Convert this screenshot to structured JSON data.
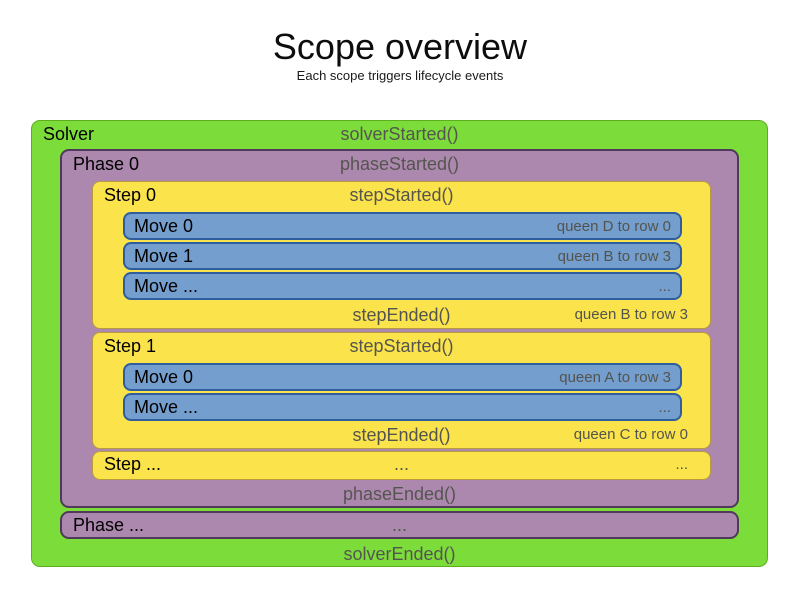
{
  "title": "Scope overview",
  "subtitle": "Each scope triggers lifecycle events",
  "colors": {
    "solver_fill": "#7cdd3a",
    "solver_border": "#5cae1f",
    "phase_fill": "#ac87ae",
    "phase_border": "#50395a",
    "step_fill": "#fbe34b",
    "step_border": "#b89b3e",
    "move_fill": "#739ecd",
    "move_border": "#2f5e9e",
    "event_text": "#555550",
    "note_text": "#54544e"
  },
  "solver": {
    "label": "Solver",
    "started_event": "solverStarted()",
    "ended_event": "solverEnded()",
    "phases": [
      {
        "label": "Phase 0",
        "started_event": "phaseStarted()",
        "ended_event": "phaseEnded()",
        "steps": [
          {
            "label": "Step 0",
            "started_event": "stepStarted()",
            "ended_event": "stepEnded()",
            "ended_note": "queen B to row 3",
            "moves": [
              {
                "label": "Move 0",
                "note": "queen D to row 0"
              },
              {
                "label": "Move 1",
                "note": "queen B to row 3"
              },
              {
                "label": "Move ...",
                "note": "..."
              }
            ]
          },
          {
            "label": "Step 1",
            "started_event": "stepStarted()",
            "ended_event": "stepEnded()",
            "ended_note": "queen C to row 0",
            "moves": [
              {
                "label": "Move 0",
                "note": "queen A to row 3"
              },
              {
                "label": "Move ...",
                "note": "..."
              }
            ]
          }
        ],
        "more_steps": {
          "label": "Step ...",
          "center_note": "...",
          "right_note": "..."
        }
      }
    ],
    "more_phases": {
      "label": "Phase ...",
      "center_note": "..."
    }
  }
}
